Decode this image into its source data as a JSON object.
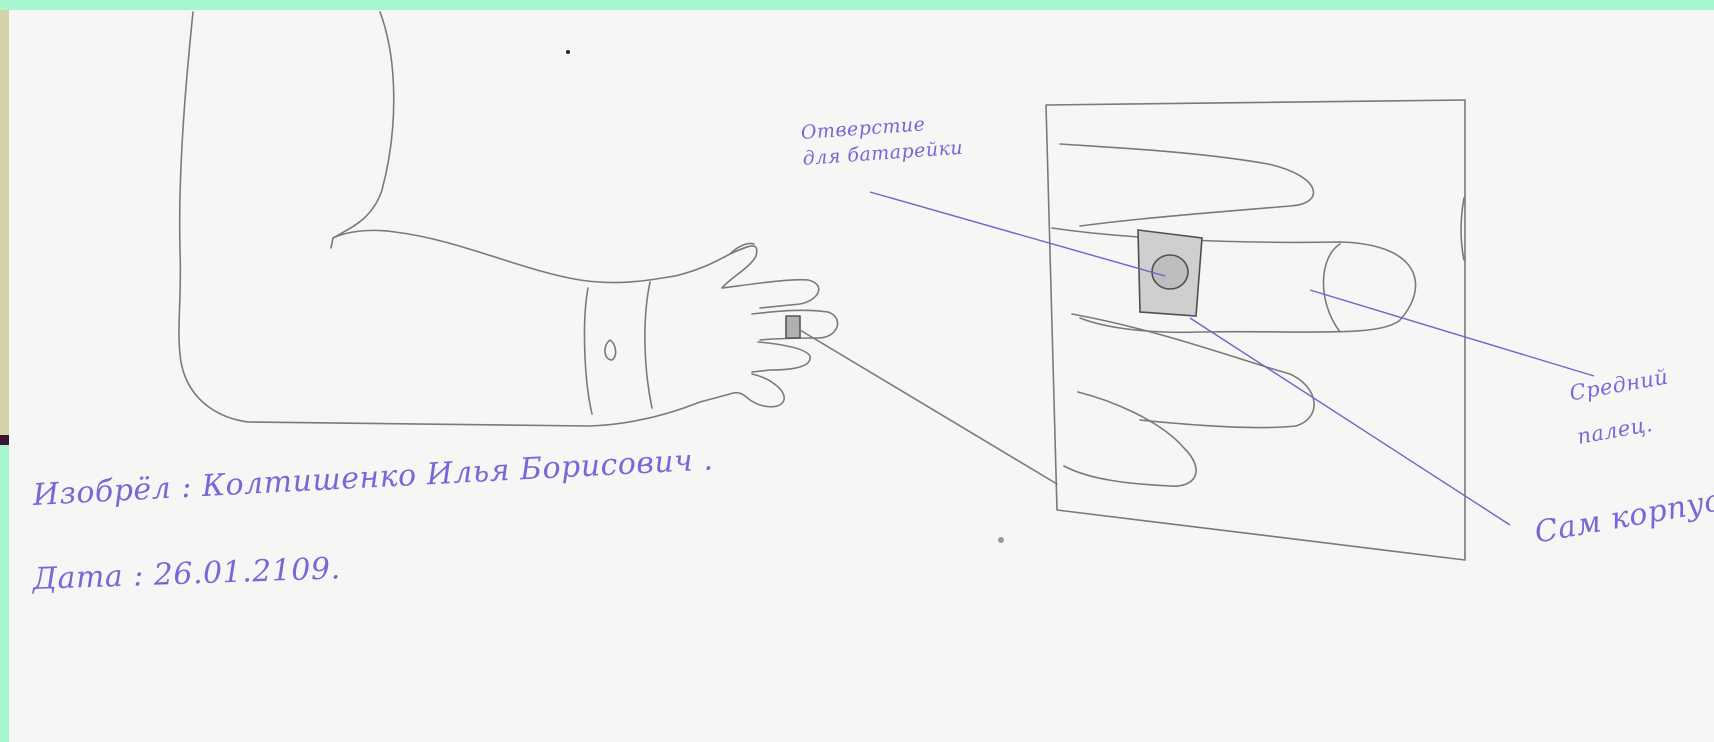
{
  "labels": {
    "battery_hole": [
      "Отверстие",
      "для батарейки"
    ],
    "middle_finger": [
      "Средний",
      "палец."
    ],
    "body": "Сам корпус",
    "inventor": "Изобрёл : Колтишенко Илья Борисович .",
    "date": "Дата : 26.01.2109."
  },
  "colors": {
    "pencil": "#6e6e6e",
    "ink": "#7b66d9",
    "paper": "#f6f6f4",
    "frame_mint": "#a8f5d2",
    "frame_olive": "#d2d3a6"
  }
}
